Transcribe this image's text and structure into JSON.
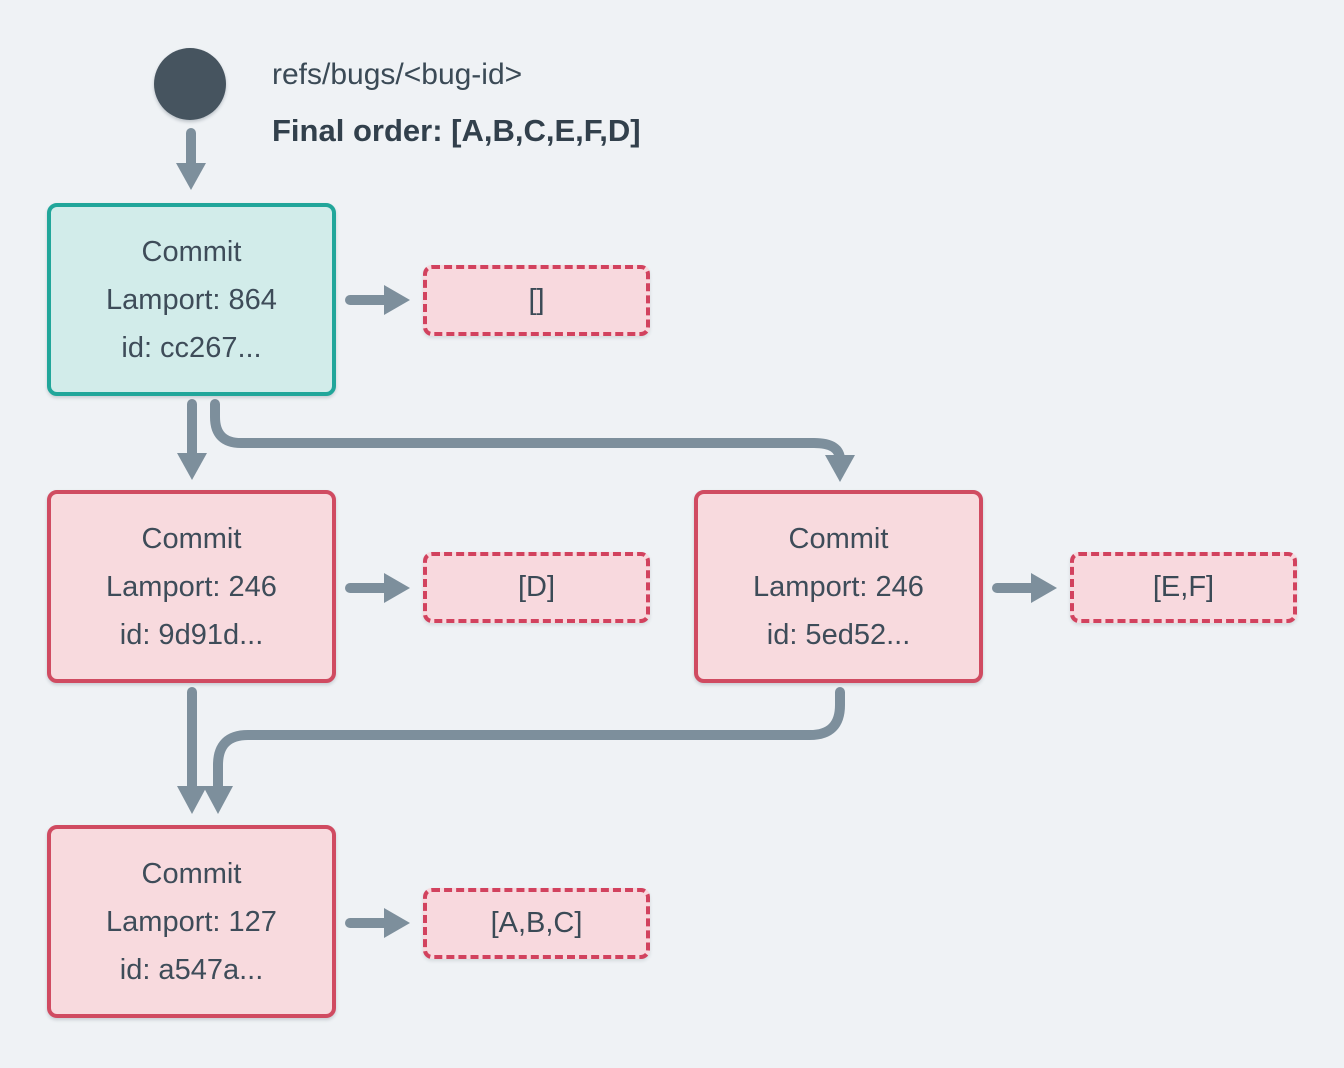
{
  "header": {
    "ref_label": "refs/bugs/<bug-id>",
    "final_order": "Final order: [A,B,C,E,F,D]"
  },
  "commits": [
    {
      "title": "Commit",
      "lamport": "Lamport: 864",
      "id_line": "id: cc267...",
      "payload": "[]"
    },
    {
      "title": "Commit",
      "lamport": "Lamport: 246",
      "id_line": "id: 9d91d...",
      "payload": "[D]"
    },
    {
      "title": "Commit",
      "lamport": "Lamport: 246",
      "id_line": "id: 5ed52...",
      "payload": "[E,F]"
    },
    {
      "title": "Commit",
      "lamport": "Lamport: 127",
      "id_line": "id: a547a...",
      "payload": "[A,B,C]"
    }
  ],
  "colors": {
    "background": "#eff2f5",
    "ref_node": "#46545f",
    "arrow": "#7d8f9c",
    "text_dark": "#3b4a56",
    "teal_border": "#21a69a",
    "teal_fill": "#d2ecea",
    "crimson_border": "#d04b61",
    "pink_fill": "#f8dade"
  }
}
